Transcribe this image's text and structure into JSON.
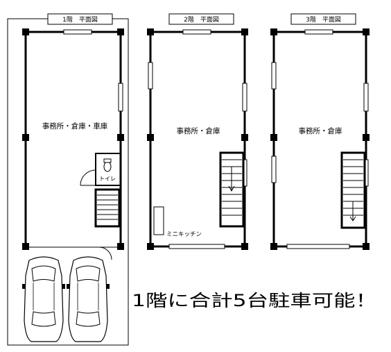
{
  "floors": [
    {
      "title": "1階　平面図",
      "room": "事務所・倉庫・車庫",
      "toilet": "トイレ"
    },
    {
      "title": "2階　平面図",
      "room": "事務所・倉庫",
      "kitchen": "ミニキッチン"
    },
    {
      "title": "3階　平面図",
      "room": "事務所・倉庫"
    }
  ],
  "headline": "1階に合計5台駐車可能！"
}
